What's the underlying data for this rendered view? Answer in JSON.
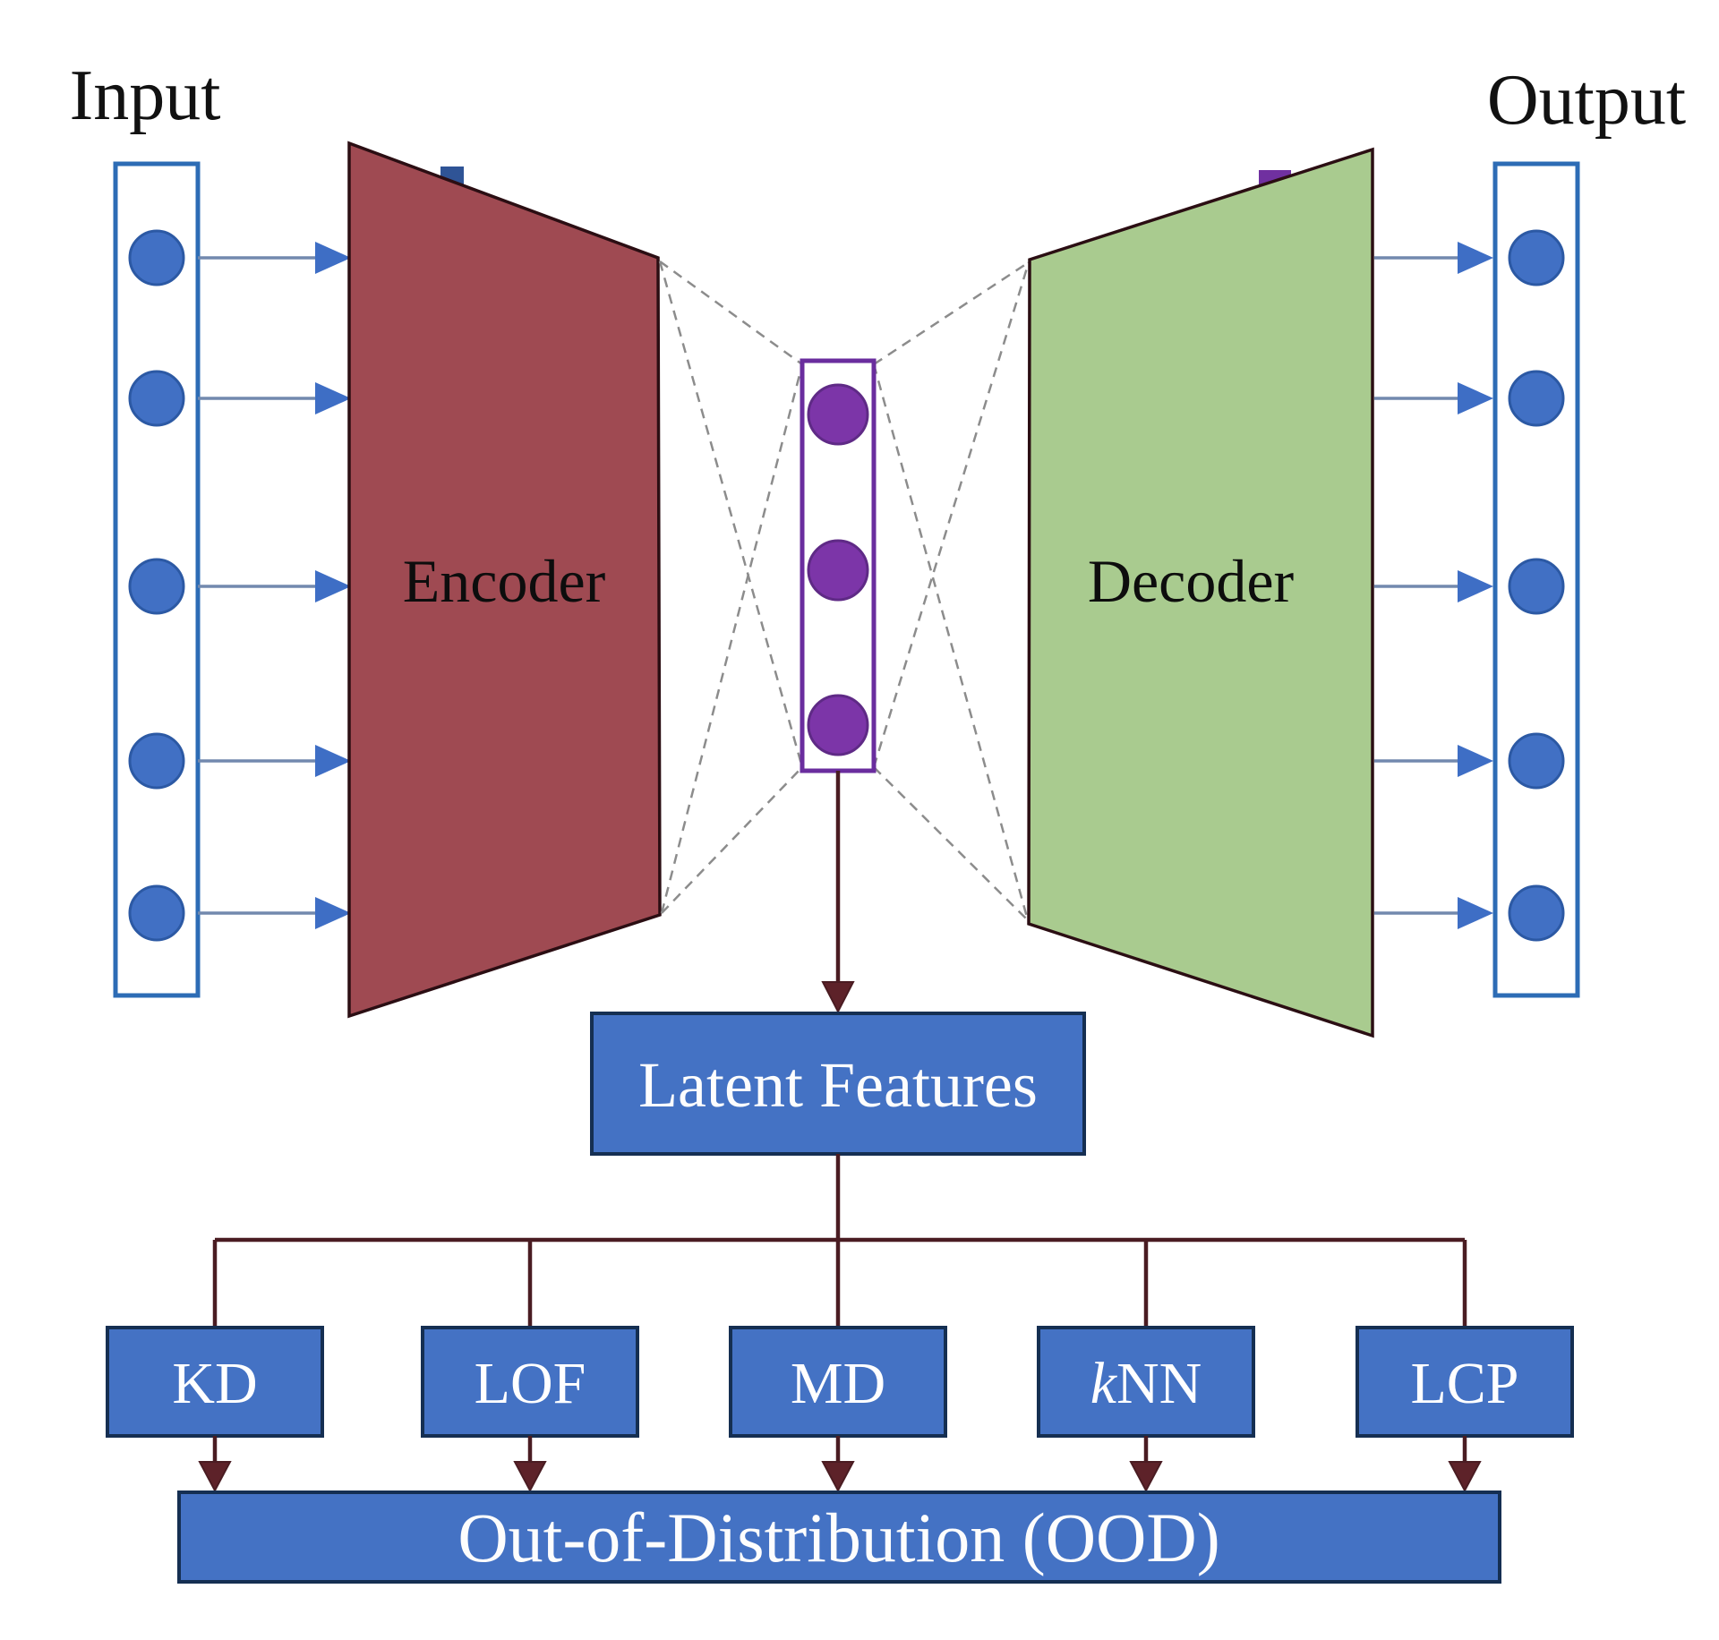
{
  "diagram": {
    "title_left": "Input",
    "title_right": "Output",
    "encoder": {
      "label": "Encoder"
    },
    "decoder": {
      "label": "Decoder"
    },
    "latent_box": {
      "label": "Latent Features"
    },
    "detectors": {
      "kd": {
        "label": "KD"
      },
      "lof": {
        "label": "LOF"
      },
      "md": {
        "label": "MD"
      },
      "knn": {
        "label_prefix": "k",
        "label_suffix": "NN"
      },
      "lcp": {
        "label": "LCP"
      }
    },
    "ood_box": {
      "label": "Out-of-Distribution (OOD)"
    },
    "counts": {
      "input_nodes": 5,
      "latent_nodes": 3,
      "output_nodes": 5
    }
  },
  "colors": {
    "encoder-fill": "#9f4a52",
    "decoder-fill": "#a9cb8f",
    "shape-border": "#2b0e13",
    "node-fill": "#4170c4",
    "node-border": "#2c59a4",
    "column-border": "#2d6cb5",
    "purple-fill": "#7c35a8",
    "purple-border": "#5f2a86",
    "purple-border-strong": "#6a2d9e",
    "box-fill": "#4472c4",
    "box-border": "#152f52",
    "flow-line": "#4a1c22",
    "flow-head": "#5d2229",
    "io-line": "#7289ae",
    "io-head": "#3e6ec5",
    "dash-gray": "#8c8c8c",
    "notch-purple": "#7030a0",
    "notch-blue": "#2f5496"
  }
}
